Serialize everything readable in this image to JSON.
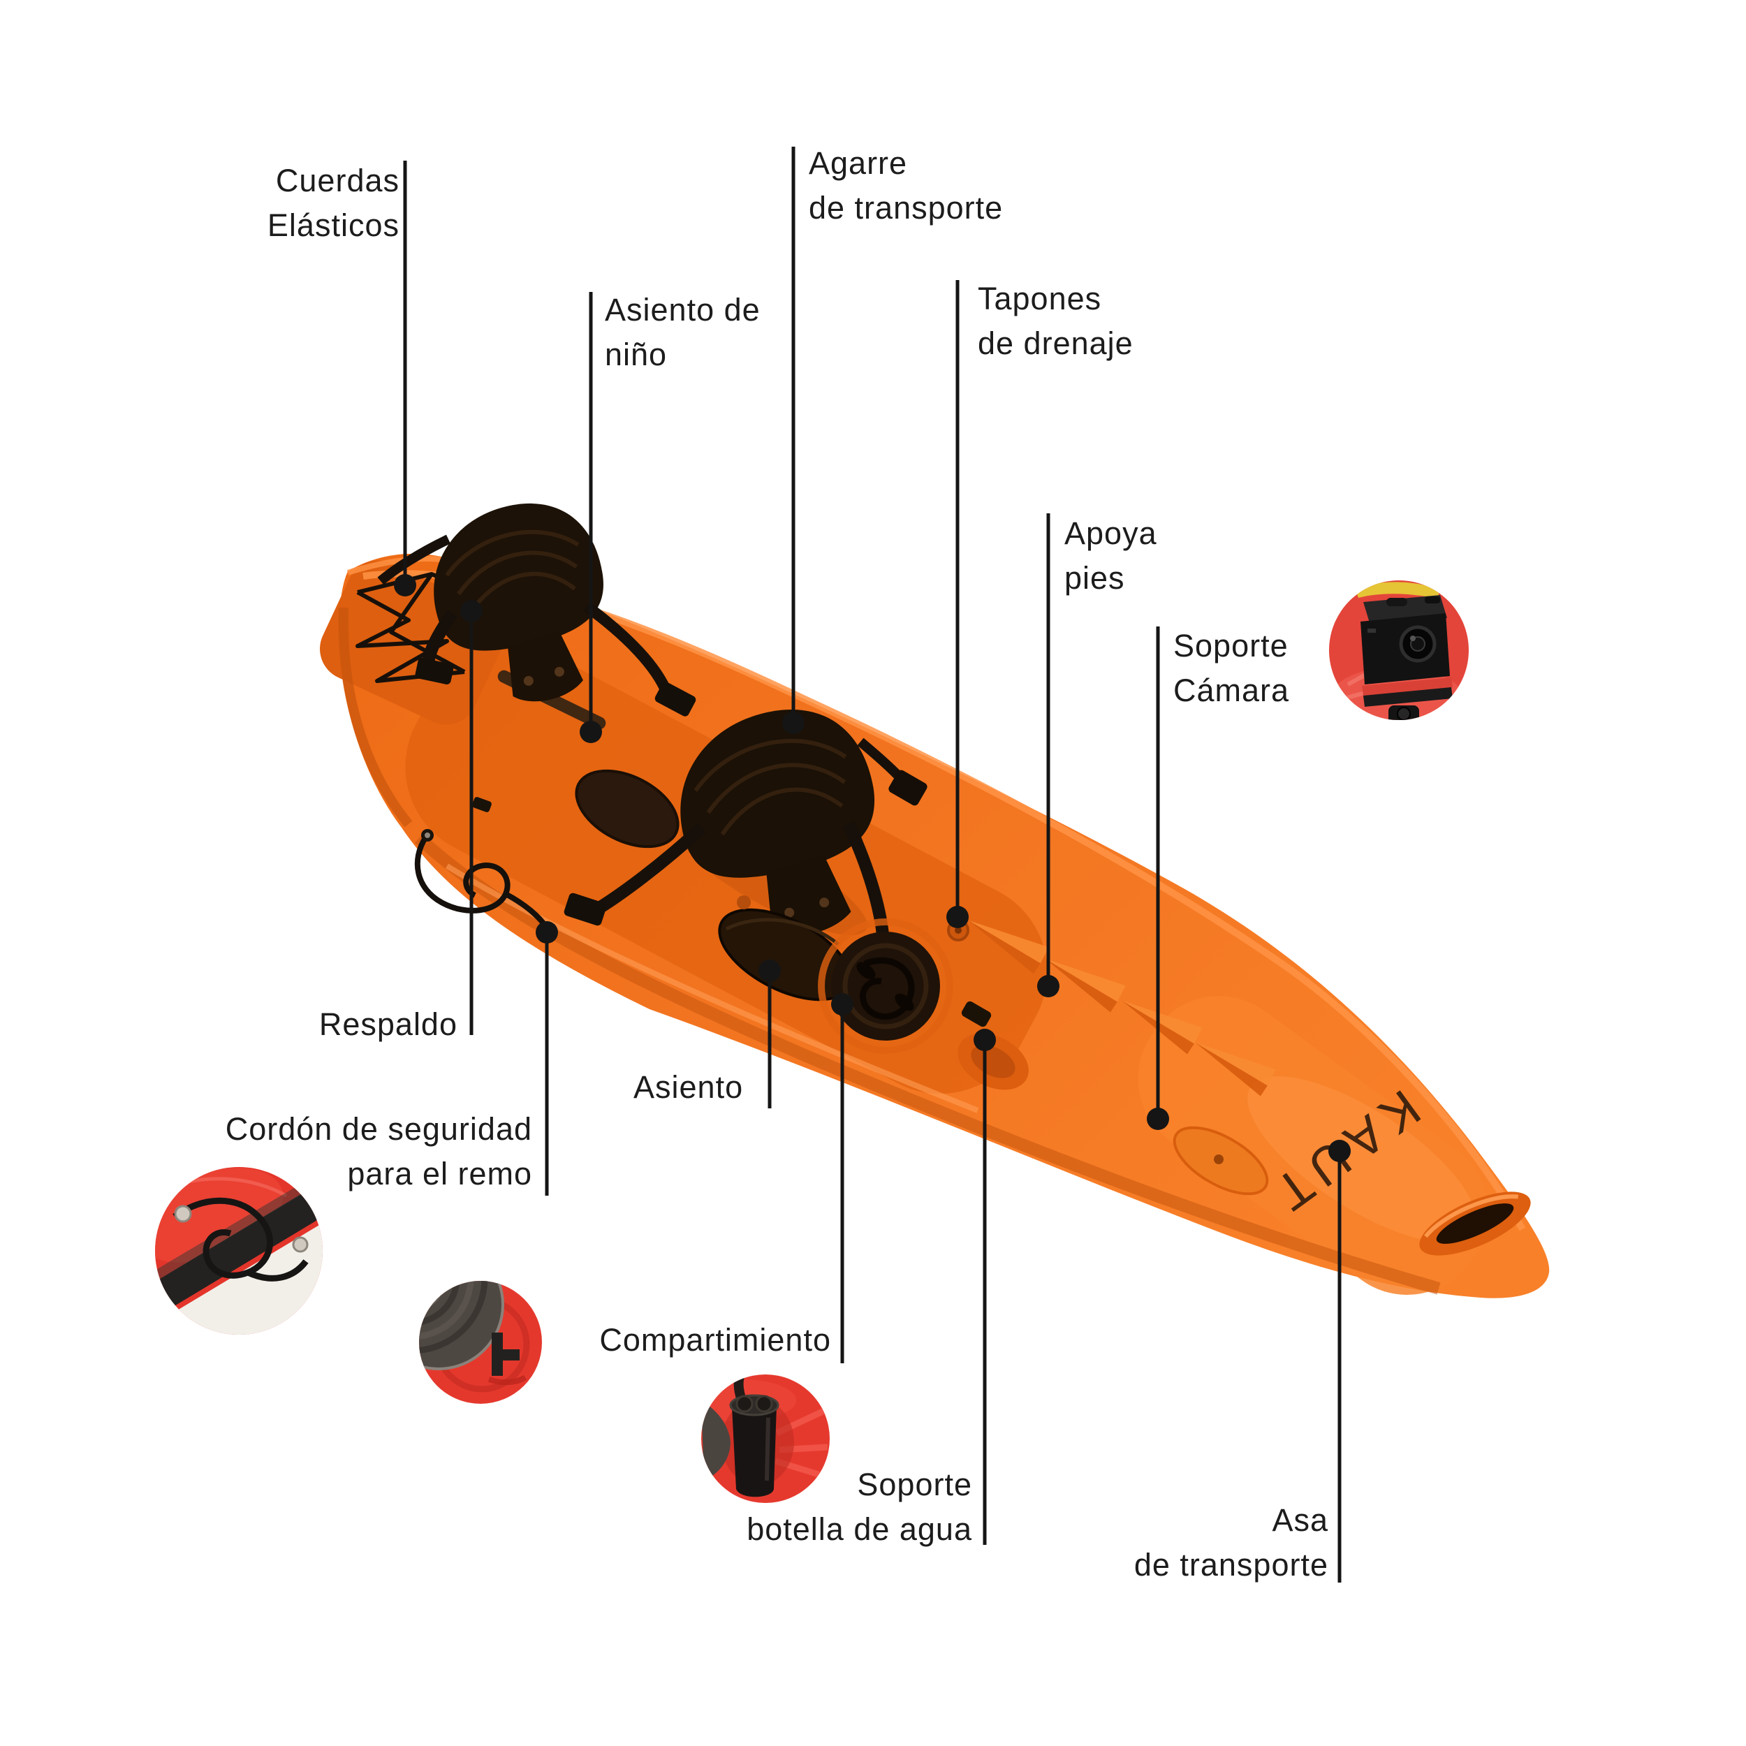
{
  "brand_logo": "KAUT",
  "labels": [
    {
      "id": "cuerdas-elasticos",
      "lines": [
        "Cuerdas",
        "Elásticos"
      ]
    },
    {
      "id": "agarre-transporte",
      "lines": [
        "Agarre",
        "de transporte"
      ]
    },
    {
      "id": "asiento-nino",
      "lines": [
        "Asiento de",
        "niño"
      ]
    },
    {
      "id": "tapones-drenaje",
      "lines": [
        "Tapones",
        "de drenaje"
      ]
    },
    {
      "id": "apoya-pies",
      "lines": [
        "Apoya",
        "pies"
      ]
    },
    {
      "id": "soporte-camara",
      "lines": [
        "Soporte",
        "Cámara"
      ]
    },
    {
      "id": "respaldo",
      "lines": [
        "Respaldo"
      ]
    },
    {
      "id": "asiento",
      "lines": [
        "Asiento"
      ]
    },
    {
      "id": "cordon-seguridad",
      "lines": [
        "Cordón de seguridad",
        "para el remo"
      ]
    },
    {
      "id": "compartimiento",
      "lines": [
        "Compartimiento"
      ]
    },
    {
      "id": "soporte-botella",
      "lines": [
        "Soporte",
        "botella de agua"
      ]
    },
    {
      "id": "asa-transporte",
      "lines": [
        "Asa",
        "de transporte"
      ]
    }
  ],
  "insets": [
    {
      "id": "camera-mount-photo",
      "depicts": "action camera mounted on red kayak"
    },
    {
      "id": "paddle-leash-photo",
      "depicts": "paddle safety cord on red kayak"
    },
    {
      "id": "hatch-compartment-photo",
      "depicts": "round storage hatch on red kayak"
    },
    {
      "id": "bottle-holder-photo",
      "depicts": "water bottle in holder on red kayak"
    }
  ],
  "colors": {
    "kayak_orange": "#f2731f",
    "kayak_orange_dark": "#d95c0e",
    "kayak_orange_light": "#ff9345",
    "inset_red": "#e5382d",
    "seat_black": "#1d1207",
    "label_text": "#1c1c1c",
    "leader_line": "#151515"
  }
}
